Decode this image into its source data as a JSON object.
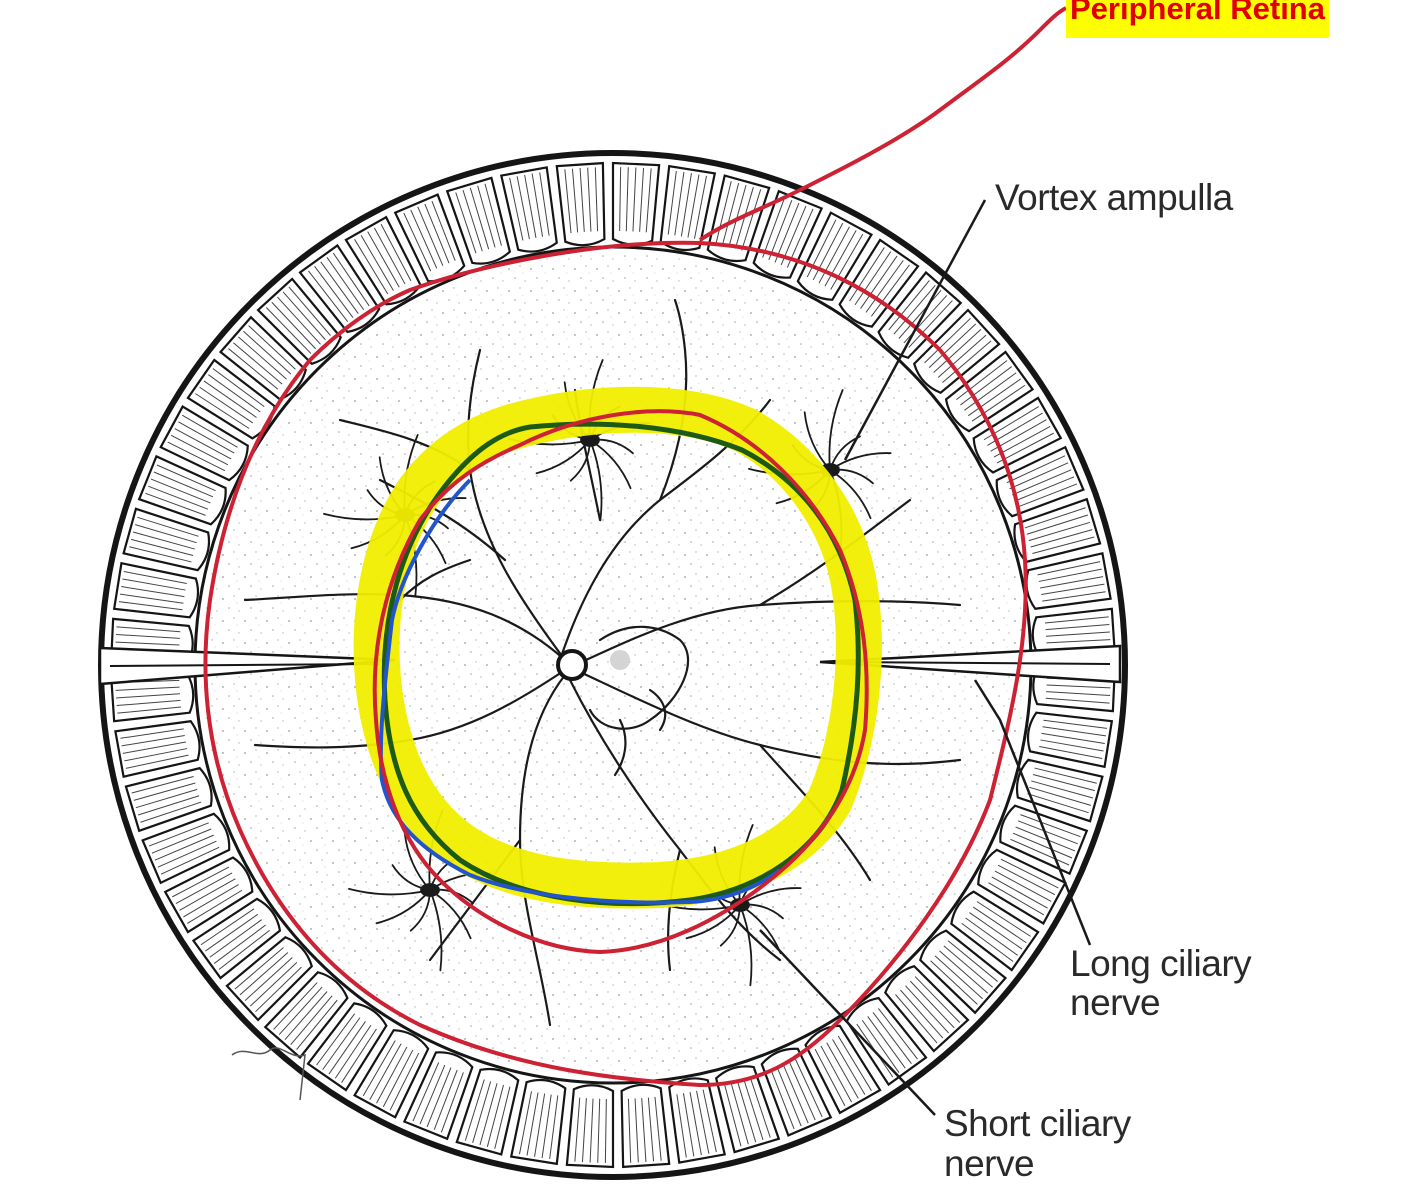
{
  "labels": {
    "peripheral_retina": "Peripheral Retina",
    "vortex_ampulla": "Vortex ampulla",
    "long_ciliary_nerve": [
      "Long ciliary",
      "nerve"
    ],
    "short_ciliary_nerve": [
      "Short ciliary",
      "nerve"
    ]
  },
  "colors": {
    "annotation_red": "#cc2233",
    "highlight_yellow": "#f2ee00",
    "annotation_green": "#1d5a16",
    "annotation_blue": "#2255cc",
    "ink": "#1a1a1a"
  }
}
